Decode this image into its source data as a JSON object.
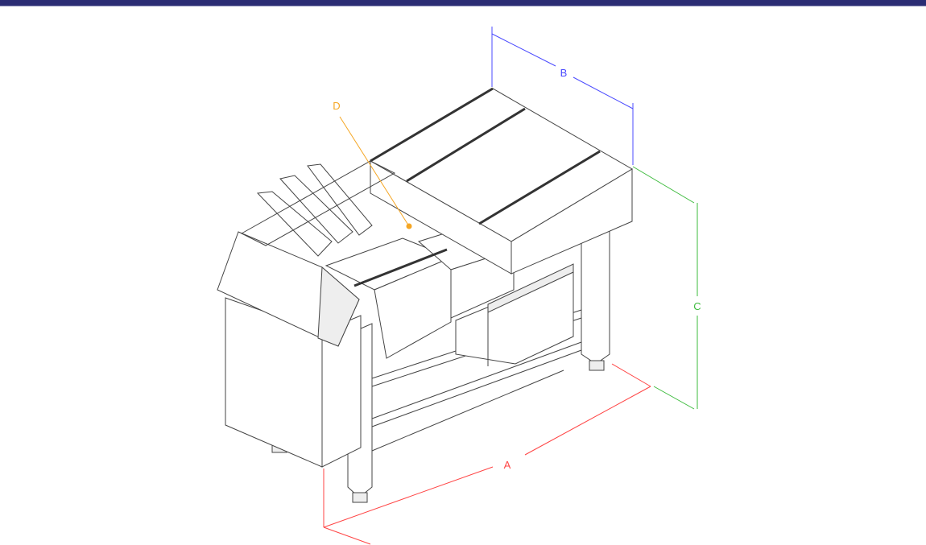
{
  "colors": {
    "top_bar": "#2b2d74",
    "dimension_a": "#ff4444",
    "dimension_b": "#4b4bff",
    "dimension_c": "#3dbb3d",
    "callout_d": "#f5a623",
    "machine_lines": "#444444"
  },
  "labels": {
    "a": "A",
    "b": "B",
    "c": "C",
    "d": "D"
  }
}
